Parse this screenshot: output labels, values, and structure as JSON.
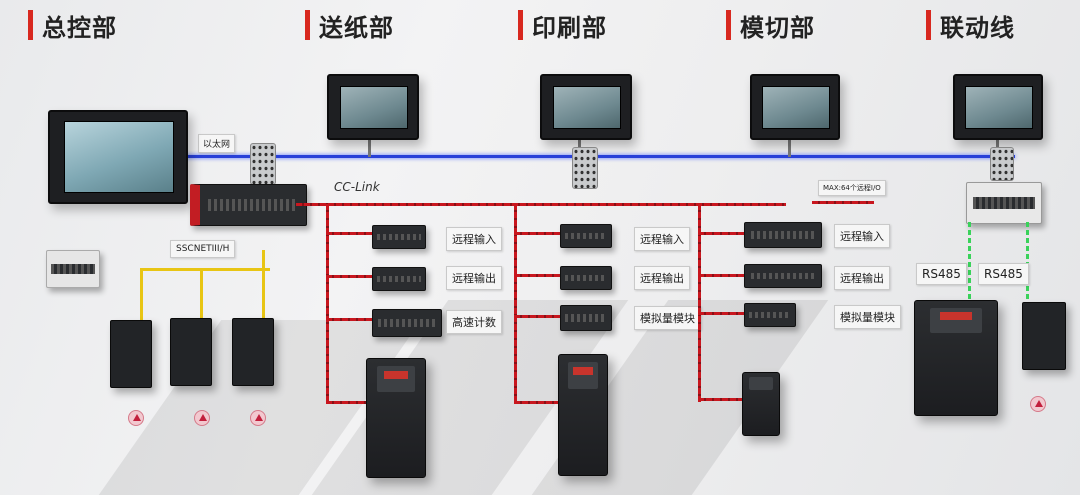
{
  "sections": [
    {
      "key": "master",
      "label": "总控部"
    },
    {
      "key": "feeder",
      "label": "送纸部"
    },
    {
      "key": "printing",
      "label": "印刷部"
    },
    {
      "key": "diecut",
      "label": "模切部"
    },
    {
      "key": "linkage",
      "label": "联动线"
    }
  ],
  "labels": {
    "ethernet": "以太网",
    "cclink": "CC-Link",
    "sscnet": "SSCNETIII/H",
    "max_io": "MAX:64个远程I/O",
    "rs485_left": "RS485",
    "rs485_right": "RS485"
  },
  "module_tags": {
    "feeder": [
      "远程输入",
      "远程输出",
      "高速计数"
    ],
    "printing": [
      "远程输入",
      "远程输出",
      "模拟量模块"
    ],
    "diecut": [
      "远程输入",
      "远程输出",
      "模拟量模块"
    ]
  },
  "colors": {
    "heading_bar": "#d8281f",
    "ethernet": "#2840d8",
    "cclink": "#c8161e",
    "sscnet": "#e8c514",
    "rs485": "#39d25a"
  }
}
